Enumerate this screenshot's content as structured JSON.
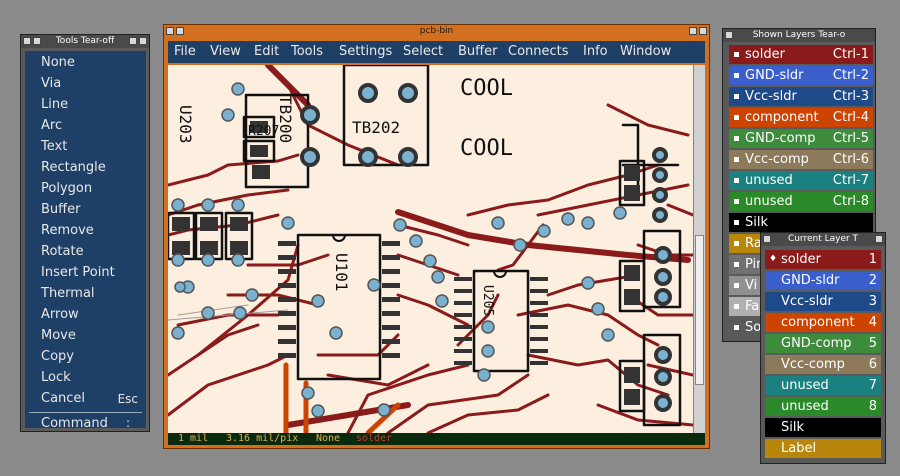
{
  "tools": {
    "title": "Tools Tear-off",
    "items": [
      "None",
      "Via",
      "Line",
      "Arc",
      "Text",
      "Rectangle",
      "Polygon",
      "Buffer",
      "Remove",
      "Rotate",
      "Insert Point",
      "Thermal",
      "Arrow",
      "Move",
      "Copy",
      "Lock",
      "Cancel"
    ],
    "cancel_shortcut": "Esc",
    "command": "Command",
    "command_shortcut": ":"
  },
  "main": {
    "title": "pcb-bin",
    "menu": [
      "File",
      "View",
      "Edit",
      "Tools",
      "Settings",
      "Select",
      "Buffer",
      "Connects",
      "Info",
      "Window"
    ],
    "canvas_labels": {
      "u203": "U203",
      "tb202": "TB202",
      "tb201": "TB200",
      "r207": "R207",
      "cool1": "COOL",
      "cool2": "COOL",
      "u101": "U101",
      "u205": "U205"
    },
    "status": {
      "grid": "1 mil",
      "zoom": "3.16 mil/pix",
      "mode": "None",
      "layer": "solder"
    }
  },
  "layers": {
    "title": "Shown Layers Tear-o",
    "items": [
      {
        "name": "solder",
        "shortcut": "Ctrl-1",
        "color": "#8b1a1a"
      },
      {
        "name": "GND-sldr",
        "shortcut": "Ctrl-2",
        "color": "#3a5fcd"
      },
      {
        "name": "Vcc-sldr",
        "shortcut": "Ctrl-3",
        "color": "#1e4a8a"
      },
      {
        "name": "component",
        "shortcut": "Ctrl-4",
        "color": "#cc4400"
      },
      {
        "name": "GND-comp",
        "shortcut": "Ctrl-5",
        "color": "#3c8c3c"
      },
      {
        "name": "Vcc-comp",
        "shortcut": "Ctrl-6",
        "color": "#8c7a5a"
      },
      {
        "name": "unused",
        "shortcut": "Ctrl-7",
        "color": "#1a8080"
      },
      {
        "name": "unused",
        "shortcut": "Ctrl-8",
        "color": "#2a8a2a"
      },
      {
        "name": "Silk",
        "shortcut": "",
        "color": "#000000"
      },
      {
        "name": "Ra",
        "shortcut": "",
        "color": "#b8860b"
      },
      {
        "name": "Pin",
        "shortcut": "",
        "color": "#707070"
      },
      {
        "name": "Vi",
        "shortcut": "",
        "color": "#909090"
      },
      {
        "name": "Fa",
        "shortcut": "",
        "color": "#b0b0b0"
      },
      {
        "name": "So",
        "shortcut": "",
        "color": "#5a5a5a"
      }
    ]
  },
  "current": {
    "title": "Current Layer T",
    "items": [
      {
        "name": "solder",
        "num": "1",
        "color": "#8b1a1a"
      },
      {
        "name": "GND-sldr",
        "num": "2",
        "color": "#3a5fcd"
      },
      {
        "name": "Vcc-sldr",
        "num": "3",
        "color": "#1e4a8a"
      },
      {
        "name": "component",
        "num": "4",
        "color": "#cc4400"
      },
      {
        "name": "GND-comp",
        "num": "5",
        "color": "#3c8c3c"
      },
      {
        "name": "Vcc-comp",
        "num": "6",
        "color": "#8c7a5a"
      },
      {
        "name": "unused",
        "num": "7",
        "color": "#1a8080"
      },
      {
        "name": "unused",
        "num": "8",
        "color": "#2a8a2a"
      },
      {
        "name": "Silk",
        "num": "",
        "color": "#000000"
      },
      {
        "name": "Label",
        "num": "",
        "color": "#b8860b"
      }
    ]
  },
  "colors": {
    "trace": "#8b1a1a",
    "trace_light": "#b03030",
    "via": "#7ab0d0",
    "silk": "#111111",
    "canvas": "#fcefe0",
    "panel": "#1e3f66"
  }
}
